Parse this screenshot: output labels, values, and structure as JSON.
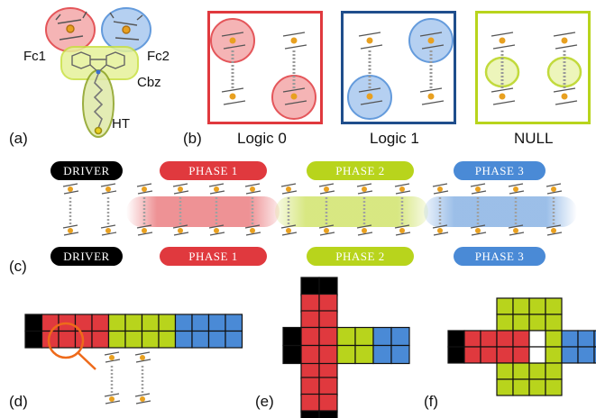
{
  "panels": {
    "a": "(a)",
    "b": "(b)",
    "c": "(c)",
    "d": "(d)",
    "e": "(e)",
    "f": "(f)"
  },
  "molecule_labels": {
    "fc1": "Fc1",
    "fc2": "Fc2",
    "cbz": "Cbz",
    "ht": "HT"
  },
  "states": [
    {
      "label": "Logic 0",
      "color": "#e0393e"
    },
    {
      "label": "Logic 1",
      "color": "#1f4e8c"
    },
    {
      "label": "NULL",
      "color": "#b8d41c"
    }
  ],
  "clock": {
    "driver": "DRIVER",
    "phase1": "PHASE 1",
    "phase2": "PHASE 2",
    "phase3": "PHASE 3"
  },
  "colors": {
    "driver": "#000000",
    "phase1": "#e0393e",
    "phase2": "#b8d41c",
    "phase3": "#4a8ad6",
    "fc1_halo": "#e0393e",
    "fc2_halo": "#4a8ad6",
    "cbz_halo": "#c8e040",
    "ht_halo": "#8aa020",
    "magnifier": "#ee6a1a"
  }
}
